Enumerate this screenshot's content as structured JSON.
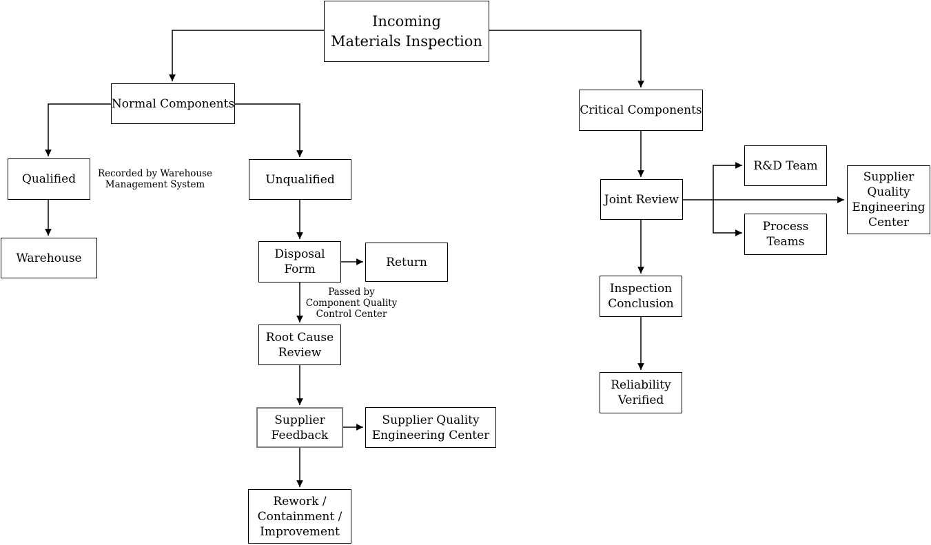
{
  "diagram_title": "Incoming Materials Inspection",
  "colors": {
    "line": "#000000",
    "box_border": "#000000",
    "box_background": "#ffffff",
    "highlight_border": "#7f7f7f",
    "page_background": "#ffffff",
    "text": "#000000"
  },
  "nodes": {
    "incoming_materials_inspection": {
      "lines": [
        "Incoming",
        "Materials Inspection"
      ]
    },
    "normal_components": {
      "label": "Normal Components"
    },
    "critical_components": {
      "label": "Critical Components"
    },
    "qualified": {
      "label": "Qualified"
    },
    "warehouse": {
      "label": "Warehouse"
    },
    "unqualified": {
      "label": "Unqualified"
    },
    "disposal_form": {
      "lines": [
        "Disposal",
        "Form"
      ]
    },
    "return": {
      "label": "Return"
    },
    "root_cause_review": {
      "lines": [
        "Root Cause",
        "Review"
      ]
    },
    "supplier_feedback": {
      "lines": [
        "Supplier",
        "Feedback"
      ]
    },
    "supplier_quality_engineering_center_left": {
      "lines": [
        "Supplier Quality",
        "Engineering Center"
      ]
    },
    "rework_containment_improvement": {
      "lines": [
        "Rework /",
        "Containment /",
        "Improvement"
      ]
    },
    "joint_review": {
      "label": "Joint Review"
    },
    "rd_team": {
      "label": "R&D Team"
    },
    "process_teams": {
      "lines": [
        "Process",
        "Teams"
      ]
    },
    "supplier_quality_engineering_center_right": {
      "lines": [
        "Supplier",
        "Quality",
        "Engineering",
        "Center"
      ]
    },
    "inspection_conclusion": {
      "lines": [
        "Inspection",
        "Conclusion"
      ]
    },
    "reliability_verified": {
      "lines": [
        "Reliability",
        "Verified"
      ]
    }
  },
  "annotations": {
    "recorded_by": {
      "lines": [
        "Recorded by Warehouse",
        "Management System"
      ]
    },
    "passed_by": {
      "lines": [
        "Passed by",
        "Component Quality",
        "Control Center"
      ]
    }
  }
}
